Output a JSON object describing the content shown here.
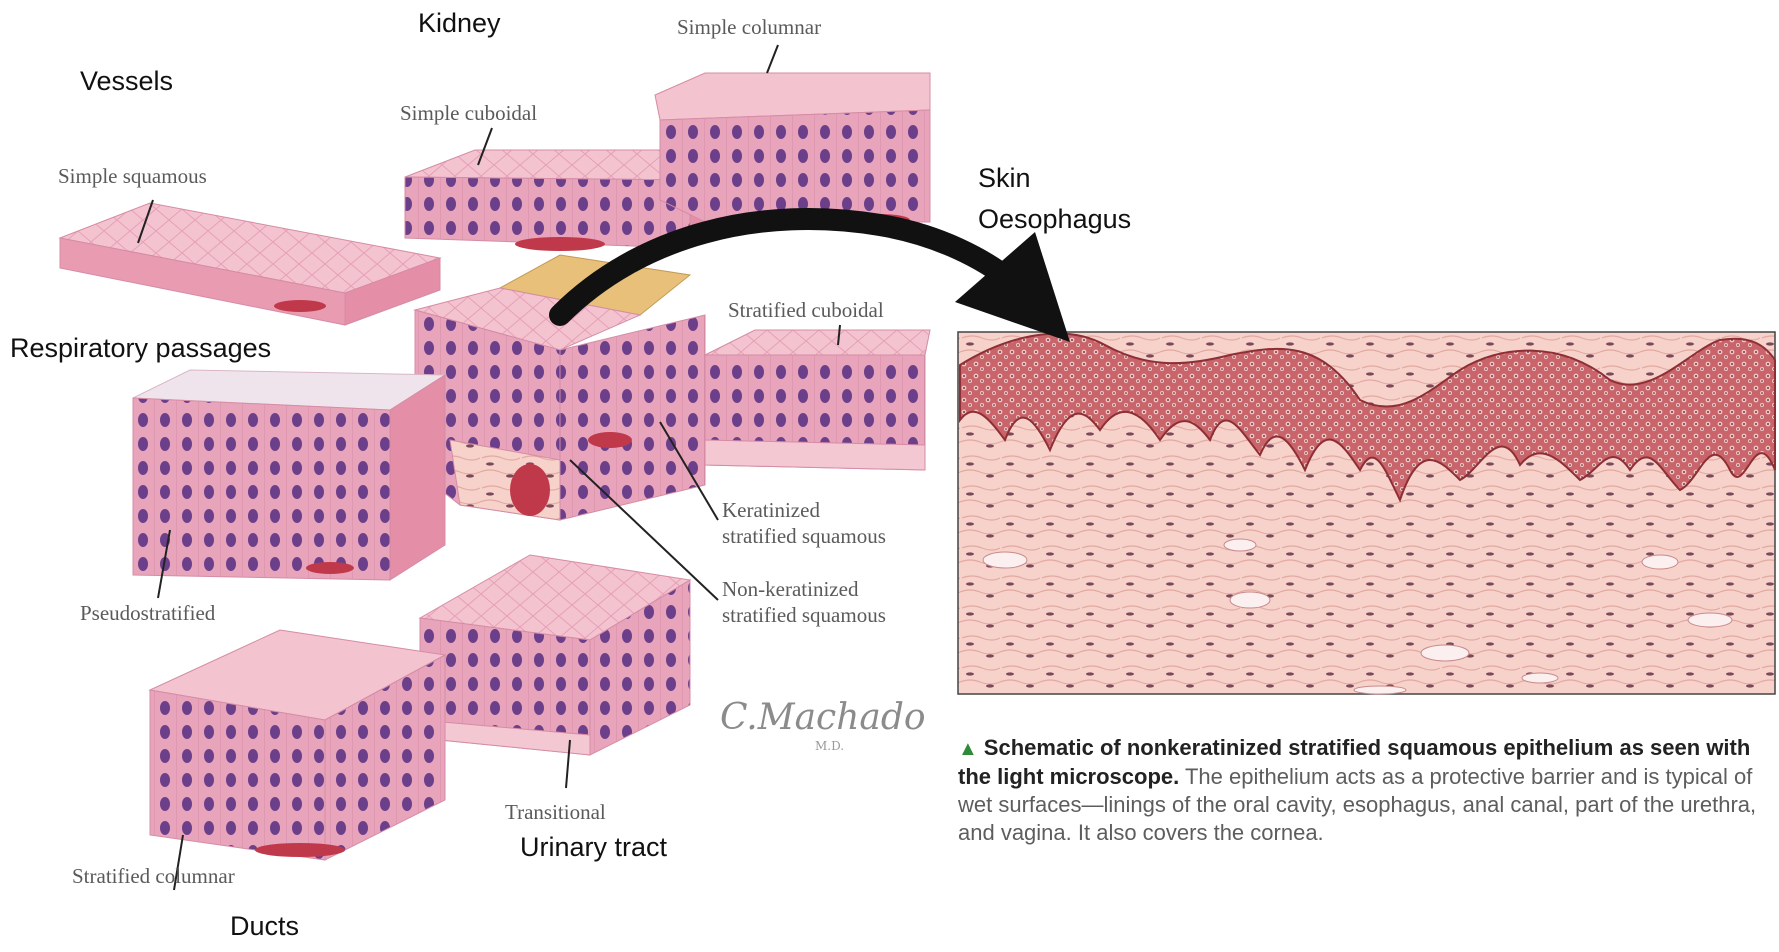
{
  "organs": {
    "kidney": "Kidney",
    "vessels": "Vessels",
    "skin": "Skin",
    "oesophagus": "Oesophagus",
    "respiratory": "Respiratory passages",
    "urinary": "Urinary tract",
    "ducts": "Ducts"
  },
  "tissue_labels": {
    "simple_columnar": "Simple columnar",
    "simple_cuboidal": "Simple cuboidal",
    "simple_squamous": "Simple squamous",
    "stratified_cuboidal": "Stratified cuboidal",
    "keratinized_1": "Keratinized",
    "keratinized_2": "stratified squamous",
    "nonkeratinized_1": "Non-keratinized",
    "nonkeratinized_2": "stratified squamous",
    "pseudostratified": "Pseudostratified",
    "transitional": "Transitional",
    "stratified_columnar": "Stratified columnar"
  },
  "signature": {
    "name": "C.Machado",
    "suffix": "M.D."
  },
  "caption": {
    "marker": "▲",
    "bold": "Schematic of nonkeratinized stratified squamous epithelium as seen with the light microscope.",
    "text": " The epithelium acts as a protective barrier and is typical of wet surfaces—linings of the oral cavity, esophagus, anal canal, part of the urethra, and vagina. It also covers the cornea."
  },
  "colors": {
    "tissue_pink": "#f2b8c8",
    "tissue_side": "#e79ab0",
    "nucleus": "#6c3f8a",
    "keratin": "#e8c07a",
    "micrograph_bg": "#f6d2cb",
    "epithelium_dark": "#b4484b",
    "arrow": "#111111",
    "marker_green": "#2f8a3a"
  }
}
